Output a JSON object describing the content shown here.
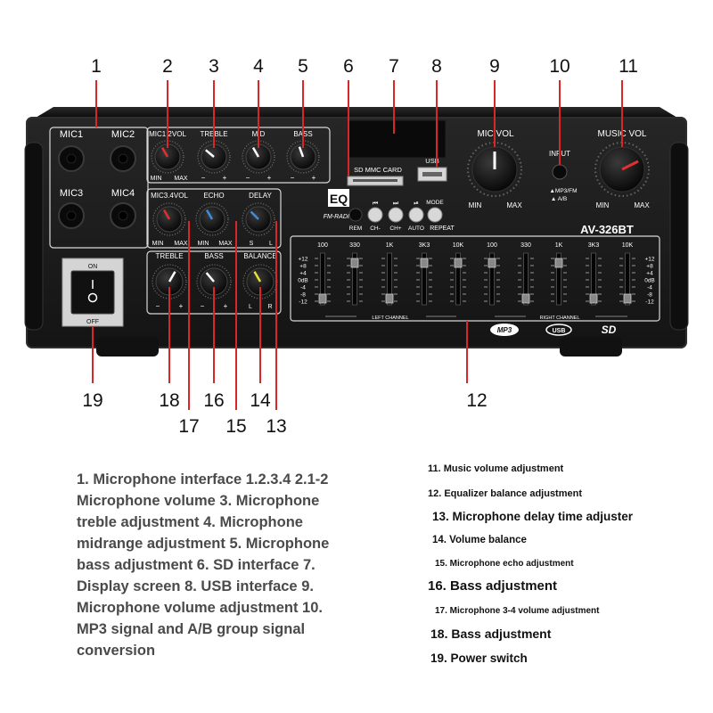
{
  "callout_numbers": [
    "1",
    "2",
    "3",
    "4",
    "5",
    "6",
    "7",
    "8",
    "9",
    "10",
    "11",
    "19",
    "18",
    "17",
    "16",
    "15",
    "14",
    "13",
    "12"
  ],
  "device": {
    "mic_jacks": [
      "MIC1",
      "MIC2",
      "MIC3",
      "MIC4"
    ],
    "knob_group1_labels": [
      "MIC1.2VOL",
      "TREBLE",
      "MID",
      "BASS"
    ],
    "knob_group2_labels": [
      "MIC3.4VOL",
      "ECHO",
      "DELAY"
    ],
    "knob_group3_labels": [
      "TREBLE",
      "BASS",
      "BALANCE"
    ],
    "min": "MIN",
    "max": "MAX",
    "minus": "−",
    "plus": "+",
    "s": "S",
    "l": "L",
    "r": "R",
    "sd_label": "SD MMC CARD",
    "usb_label": "USB",
    "eq_logo": "EQ",
    "fm_radio": "FM-RADIO",
    "button_labels": [
      "REM",
      "CH-",
      "CH+",
      "AUTO"
    ],
    "mode_label": "MODE",
    "repeat_label": "REPEAT",
    "mic_vol_label": "MIC VOL",
    "input_label": "INPUT",
    "mp3fm_label": "▲MP3/FM",
    "ab_label": "▲ A/B",
    "music_vol_label": "MUSIC VOL",
    "model": "AV-326BT",
    "eq_freqs": [
      "100",
      "330",
      "1K",
      "3K3",
      "10K",
      "100",
      "330",
      "1K",
      "3K3",
      "10K"
    ],
    "eq_scale": [
      "+12",
      "+8",
      "+4",
      "0dB",
      "-4",
      "-8",
      "-12"
    ],
    "left_channel": "LEFT CHANNEL",
    "right_channel": "RIGHT CHANNEL",
    "on_label": "ON",
    "off_label": "OFF",
    "mp3_logo": "MP3",
    "usb_logo": "USB",
    "sd_logo": "SD"
  },
  "descriptions_left": "1. Microphone interface 1.2.3.4 2.1-2 Microphone volume 3. Microphone treble adjustment 4. Microphone midrange adjustment 5. Microphone bass adjustment 6. SD interface 7. Display screen 8. USB interface 9. Microphone volume adjustment 10. MP3 signal and A/B group signal conversion",
  "descriptions_right": [
    "11. Music volume adjustment",
    "12. Equalizer balance adjustment",
    "13. Microphone delay time adjuster",
    "14. Volume balance",
    "15. Microphone echo adjustment",
    "16. Bass adjustment",
    "17. Microphone 3-4 volume adjustment",
    "18. Bass adjustment",
    "19. Power switch"
  ],
  "colors": {
    "panel": "#1a1a1a",
    "panel_edge": "#2e2e2e",
    "callout_line": "#d8262a",
    "knob_indicator_white": "#ffffff",
    "knob_indicator_red": "#e03030",
    "knob_indicator_blue": "#3a8ee6",
    "knob_indicator_yellow": "#e8e030",
    "label_text": "#ffffff",
    "desc_left_text": "#4a4a4a",
    "desc_right_text": "#111111"
  }
}
